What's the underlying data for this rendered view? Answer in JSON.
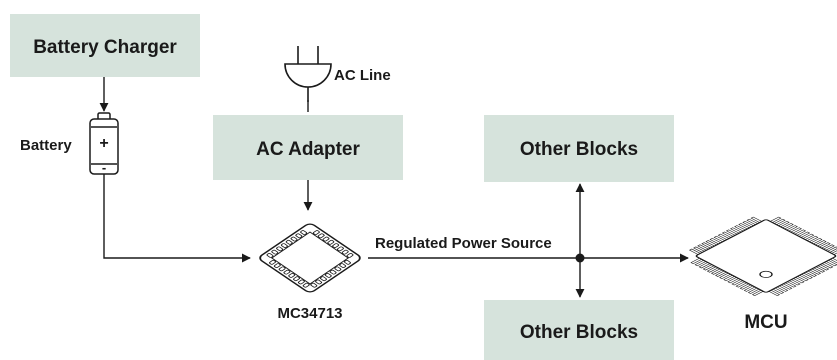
{
  "colors": {
    "box_fill": "#d6e3dc",
    "line": "#1a1a1a",
    "chip_fill": "#ffffff"
  },
  "blocks": {
    "battery_charger": "Battery Charger",
    "ac_adapter": "AC Adapter",
    "other_blocks_top": "Other Blocks",
    "other_blocks_bottom": "Other Blocks"
  },
  "labels": {
    "ac_line": "AC Line",
    "battery": "Battery",
    "battery_plus": "+",
    "battery_minus": "-",
    "regulated_power_source": "Regulated Power Source",
    "pmic": "MC34713",
    "mcu": "MCU"
  },
  "icons": {
    "plug": "ac-plug-icon",
    "battery": "battery-icon",
    "pmic_chip": "qfn-chip-icon",
    "mcu_chip": "qfp-chip-icon"
  }
}
